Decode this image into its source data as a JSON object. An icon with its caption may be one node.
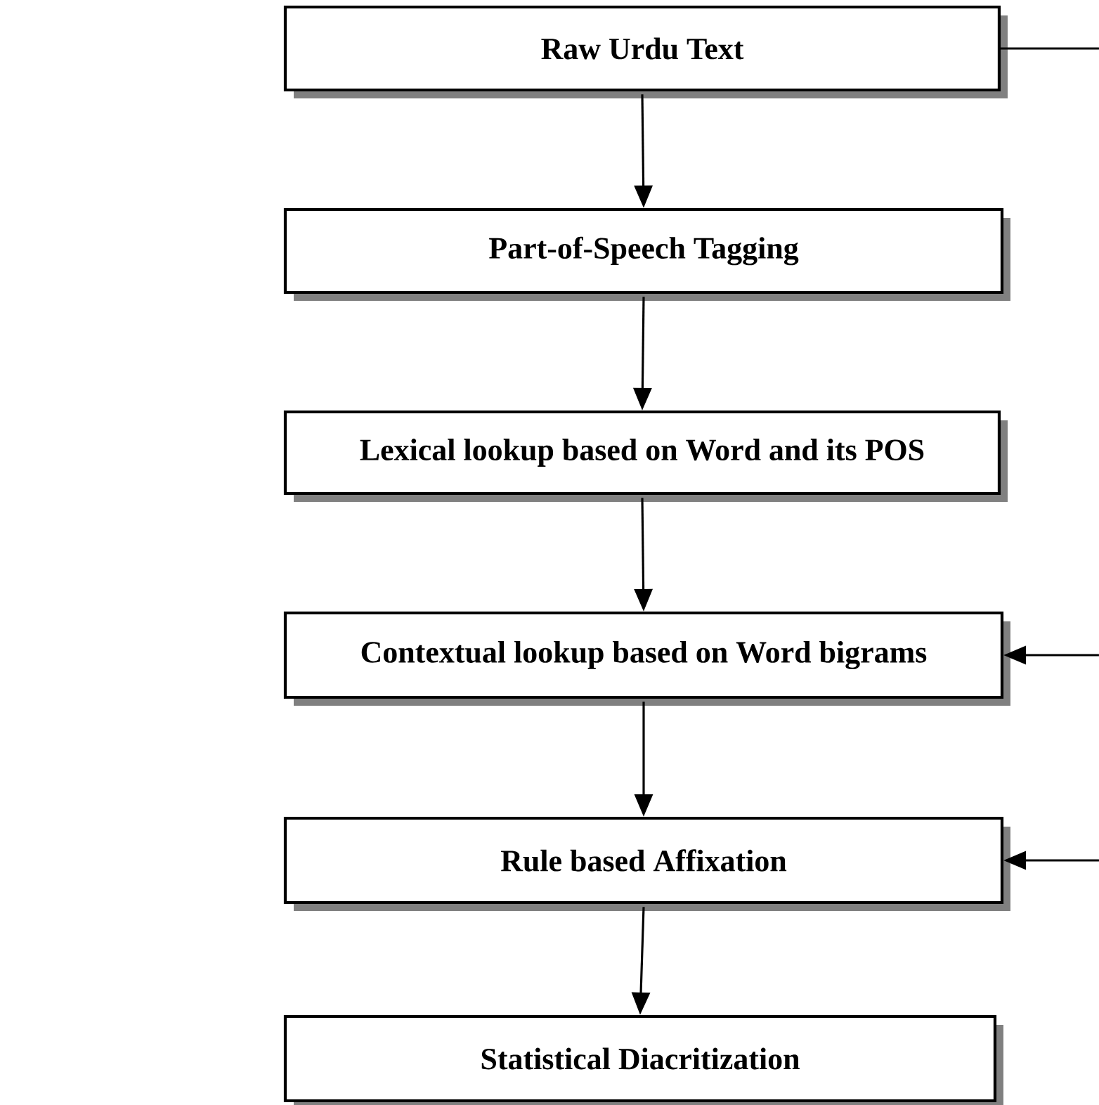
{
  "diagram": {
    "nodes": [
      {
        "text": [
          "Raw Urdu Text"
        ]
      },
      {
        "text": [
          "Part-of-Speech Tagging"
        ]
      },
      {
        "text": [
          "Lexical lookup based on Word and its POS"
        ]
      },
      {
        "text": [
          "Contextual lookup based on Word bigrams"
        ]
      },
      {
        "text": [
          "Rule based Affixation"
        ]
      },
      {
        "text": [
          "Statistical Diacritization"
        ]
      }
    ],
    "edges": [
      {
        "from": 0,
        "to": 1,
        "arrow": "to"
      },
      {
        "from": 1,
        "to": 2,
        "arrow": "to"
      },
      {
        "from": 2,
        "to": 3,
        "arrow": "to"
      },
      {
        "from": 3,
        "to": 4,
        "arrow": "to"
      },
      {
        "from": 4,
        "to": 5,
        "arrow": "to"
      },
      {
        "from": 0,
        "to": null,
        "arrow": "none"
      },
      {
        "from": null,
        "to": 3,
        "arrow": "to"
      },
      {
        "from": null,
        "to": 4,
        "arrow": "to"
      }
    ]
  }
}
